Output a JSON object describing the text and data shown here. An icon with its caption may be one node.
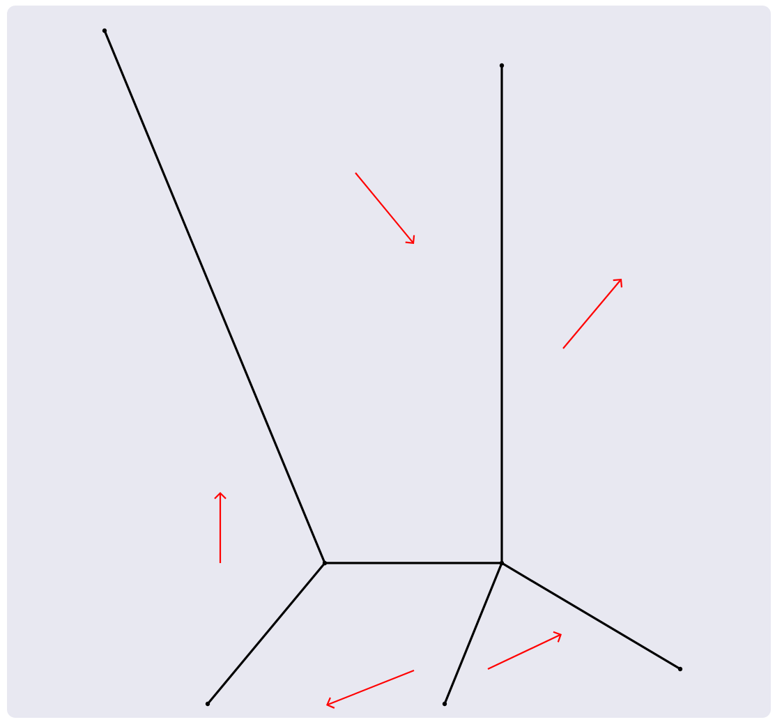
{
  "diagram": {
    "nodes": [
      {
        "text": [],
        "shape": "point"
      },
      {
        "text": [],
        "shape": "point"
      },
      {
        "text": [],
        "shape": "point"
      },
      {
        "text": [],
        "shape": "point"
      },
      {
        "text": [],
        "shape": "point"
      },
      {
        "text": [],
        "shape": "point"
      },
      {
        "text": [],
        "shape": "point"
      }
    ],
    "edges": [
      {
        "from": 0,
        "to": 2,
        "arrow": "none"
      },
      {
        "from": 2,
        "to": 5,
        "arrow": "none"
      },
      {
        "from": 2,
        "to": 3,
        "arrow": "none"
      },
      {
        "from": 3,
        "to": 1,
        "arrow": "none"
      },
      {
        "from": 3,
        "to": 6,
        "arrow": "none"
      },
      {
        "from": 3,
        "to": 4,
        "arrow": "none"
      }
    ]
  }
}
